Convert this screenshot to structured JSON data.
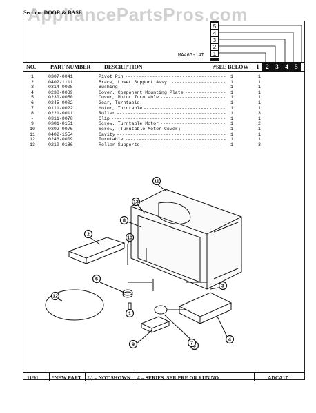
{
  "watermark": "AppliancePartsPros.com",
  "section_label": "Section: DOOR & BASE",
  "model": "MA46G-14T",
  "steps": [
    "5",
    "4",
    "3",
    "2",
    "1"
  ],
  "header": {
    "no": "NO.",
    "part_number": "PART NUMBER",
    "description": "DESCRIPTION",
    "see_below": "#SEE BELOW",
    "series": [
      "1",
      "2",
      "3",
      "4",
      "5"
    ]
  },
  "parts": [
    {
      "no": "1",
      "part": "0307-0041",
      "desc": "Pivot Pin",
      "q1": "1",
      "q2": "1"
    },
    {
      "no": "2",
      "part": "0402-1111",
      "desc": "Brace, Lower Support Assy.",
      "q1": "1",
      "q2": "1"
    },
    {
      "no": "3",
      "part": "0314-0008",
      "desc": "Bushing",
      "q1": "1",
      "q2": "1"
    },
    {
      "no": "4",
      "part": "0230-0039",
      "desc": "Cover, Component Mounting Plate",
      "q1": "1",
      "q2": "1"
    },
    {
      "no": "5",
      "part": "0230-0050",
      "desc": "Cover, Motor Turntable",
      "q1": "1",
      "q2": "1"
    },
    {
      "no": "6",
      "part": "0245-0002",
      "desc": "Gear, Turntable",
      "q1": "1",
      "q2": "1"
    },
    {
      "no": "7",
      "part": "0111-0022",
      "desc": "Motor, Turntable",
      "q1": "1",
      "q2": "1"
    },
    {
      "no": "8",
      "part": "0221-0011",
      "desc": "Roller",
      "q1": "1",
      "q2": "3"
    },
    {
      "no": "-",
      "part": "0311-0070",
      "desc": "Clip",
      "q1": "1",
      "q2": "1"
    },
    {
      "no": "9",
      "part": "0301-0151",
      "desc": "Screw, Turntable Motor",
      "q1": "1",
      "q2": "2"
    },
    {
      "no": "10",
      "part": "0302-0076",
      "desc": "Screw, (Turntable Motor-Cover)",
      "q1": "1",
      "q2": "1"
    },
    {
      "no": "11",
      "part": "0402-1554",
      "desc": "Cavity",
      "q1": "1",
      "q2": "1"
    },
    {
      "no": "12",
      "part": "0246-0009",
      "desc": "Turntable",
      "q1": "1",
      "q2": "1"
    },
    {
      "no": "13",
      "part": "0210-0186",
      "desc": "Roller Supports",
      "q1": "1",
      "q2": "3"
    }
  ],
  "callouts": [
    "1",
    "2",
    "3",
    "4",
    "5",
    "6",
    "7",
    "8",
    "9",
    "10",
    "11",
    "12",
    "13"
  ],
  "footer": {
    "date": "11/91",
    "new_part": "*NEW PART",
    "not_shown": "(-) = NOT SHOWN",
    "series_note": "# = SERIES, SER PRE OR RUN NO.",
    "code": "ADCA17"
  }
}
